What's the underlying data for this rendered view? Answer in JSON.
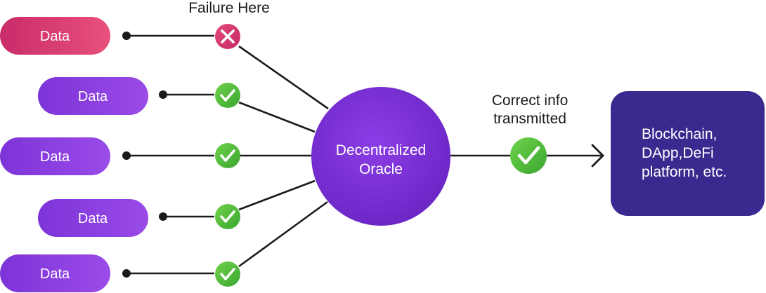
{
  "sources": [
    {
      "label": "Data",
      "status": "failure"
    },
    {
      "label": "Data",
      "status": "ok"
    },
    {
      "label": "Data",
      "status": "ok"
    },
    {
      "label": "Data",
      "status": "ok"
    },
    {
      "label": "Data",
      "status": "ok"
    }
  ],
  "failure_label": "Failure Here",
  "oracle": {
    "line1": "Decentralized",
    "line2": "Oracle"
  },
  "transmit_label": {
    "line1": "Correct info",
    "line2": "transmitted"
  },
  "platform": {
    "line1": "Blockchain,",
    "line2": "DApp,DeFi",
    "line3": "platform, etc."
  },
  "colors": {
    "failure": "#d63a6e",
    "ok": "#4cbb3c",
    "oracle": "#7a2fd0",
    "source": "#8b3fe0",
    "platform": "#3a2a8f",
    "connector": "#1a1a1a"
  },
  "icons": {
    "failure": "x-circle-icon",
    "ok": "check-circle-icon",
    "arrow": "arrow-right-icon"
  }
}
